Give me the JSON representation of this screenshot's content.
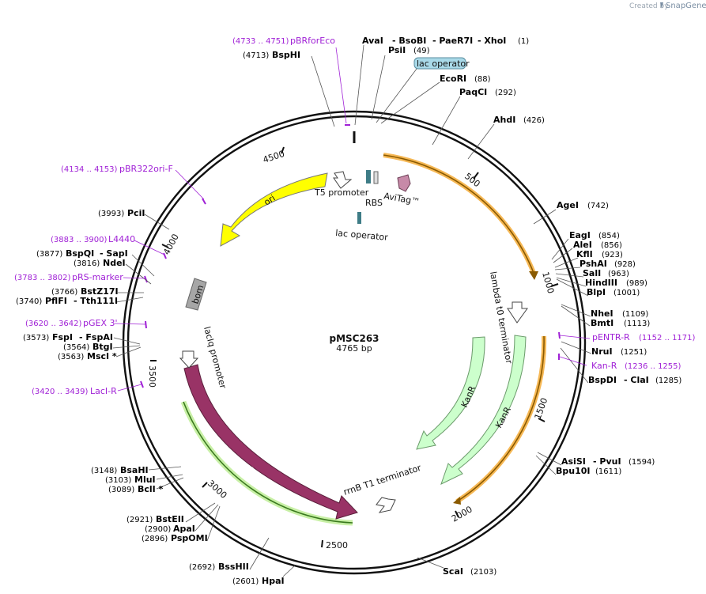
{
  "plasmid": {
    "name": "pMSC263",
    "length_label": "4765 bp"
  },
  "branding": {
    "credit": "Created by",
    "brand": "SnapGene",
    "colors": {
      "credit": "#9aa5b1",
      "brand": "#7a8ea3"
    }
  },
  "ticks": [
    "4500",
    "500",
    "4000",
    "1000",
    "3500",
    "1500",
    "3000",
    "2000",
    "2500"
  ],
  "sites": [
    {
      "name": "AvaI",
      "pos": ""
    },
    {
      "name": "- BsoBI",
      "pos": ""
    },
    {
      "name": "- PaeR7I",
      "pos": ""
    },
    {
      "name": "- XhoI",
      "pos": "(1)"
    },
    {
      "name": "PsiI",
      "pos": "(49)"
    },
    {
      "name": "EcoRI",
      "pos": "(88)"
    },
    {
      "name": "PaqCI",
      "pos": "(292)"
    },
    {
      "name": "AhdI",
      "pos": "(426)"
    },
    {
      "name": "AgeI",
      "pos": "(742)"
    },
    {
      "name": "EagI",
      "pos": "(854)"
    },
    {
      "name": "AleI",
      "pos": "(856)"
    },
    {
      "name": "KflI",
      "pos": "(923)"
    },
    {
      "name": "PshAI",
      "pos": "(928)"
    },
    {
      "name": "SalI",
      "pos": "(963)"
    },
    {
      "name": "HindIII",
      "pos": "(989)"
    },
    {
      "name": "BlpI",
      "pos": "(1001)"
    },
    {
      "name": "NheI",
      "pos": "(1109)"
    },
    {
      "name": "BmtI",
      "pos": "(1113)"
    },
    {
      "name": "NruI",
      "pos": "(1251)"
    },
    {
      "name": "BspDI",
      "pos": ""
    },
    {
      "name": "- ClaI",
      "pos": "(1285)"
    },
    {
      "name": "AsiSI",
      "pos": ""
    },
    {
      "name": "- PvuI",
      "pos": "(1594)"
    },
    {
      "name": "Bpu10I",
      "pos": "(1611)"
    },
    {
      "name": "ScaI",
      "pos": "(2103)"
    },
    {
      "name": "HpaI",
      "pos": "(2601)"
    },
    {
      "name": "BssHII",
      "pos": "(2692)"
    },
    {
      "name": "PspOMI",
      "pos": "(2896)"
    },
    {
      "name": "ApaI",
      "pos": "(2900)"
    },
    {
      "name": "BstEII",
      "pos": "(2921)"
    },
    {
      "name": "BclI *",
      "pos": "(3089)"
    },
    {
      "name": "MluI",
      "pos": "(3103)"
    },
    {
      "name": "BsaHI",
      "pos": "(3148)"
    },
    {
      "name": "MscI *",
      "pos": "(3563)"
    },
    {
      "name": "BtgI",
      "pos": "(3564)"
    },
    {
      "name": "FspI",
      "pos": "(3573)"
    },
    {
      "name": "- FspAI",
      "pos": ""
    },
    {
      "name": "PflFI",
      "pos": "(3740)"
    },
    {
      "name": "- Tth111I",
      "pos": ""
    },
    {
      "name": "BstZ17I",
      "pos": "(3766)"
    },
    {
      "name": "NdeI",
      "pos": "(3816)"
    },
    {
      "name": "BspQI",
      "pos": "(3877)"
    },
    {
      "name": "- SapI",
      "pos": ""
    },
    {
      "name": "PciI",
      "pos": "(3993)"
    },
    {
      "name": "BspHI",
      "pos": "(4713)"
    }
  ],
  "primers": [
    {
      "name": "pBRforEco",
      "range": "(4733 .. 4751)"
    },
    {
      "name": "pBR322ori-F",
      "range": "(4134 .. 4153)"
    },
    {
      "name": "L4440",
      "range": "(3883 .. 3900)"
    },
    {
      "name": "pRS-marker",
      "range": "(3783 .. 3802)"
    },
    {
      "name": "pGEX 3'",
      "range": "(3620 .. 3642)"
    },
    {
      "name": "LacI-R",
      "range": "(3420 .. 3439)"
    },
    {
      "name": "pENTR-R",
      "range": "(1152 .. 1171)"
    },
    {
      "name": "Kan-R",
      "range": "(1236 .. 1255)"
    }
  ],
  "features": {
    "lac_operator_badge": "lac operator",
    "lac_operator_inner": "lac operator",
    "t5_promoter": "T5 promoter",
    "rbs": "RBS",
    "avitag": "AviTag™",
    "ori": "ori",
    "bom": "bom",
    "lambda_t0": "lambda t0 terminator",
    "laciq_promoter": "lacIq promoter",
    "kanr_1": "KanR",
    "kanr_2": "KanR",
    "laci": "lacI",
    "rrnb_t1": "rrnB T1 terminator"
  },
  "colors": {
    "ori": "#ffff00",
    "laci": "#993366",
    "kanr": "#ccffcc",
    "bom": "#a6a6a6",
    "lac_operator": "#3e7c86",
    "lac_operator_badge": "#a9d9e8",
    "avitag": "#c78aa8",
    "orange_highlight": "#f5b042",
    "green_highlight": "#4c9a2a",
    "primer": "#a021d6"
  }
}
